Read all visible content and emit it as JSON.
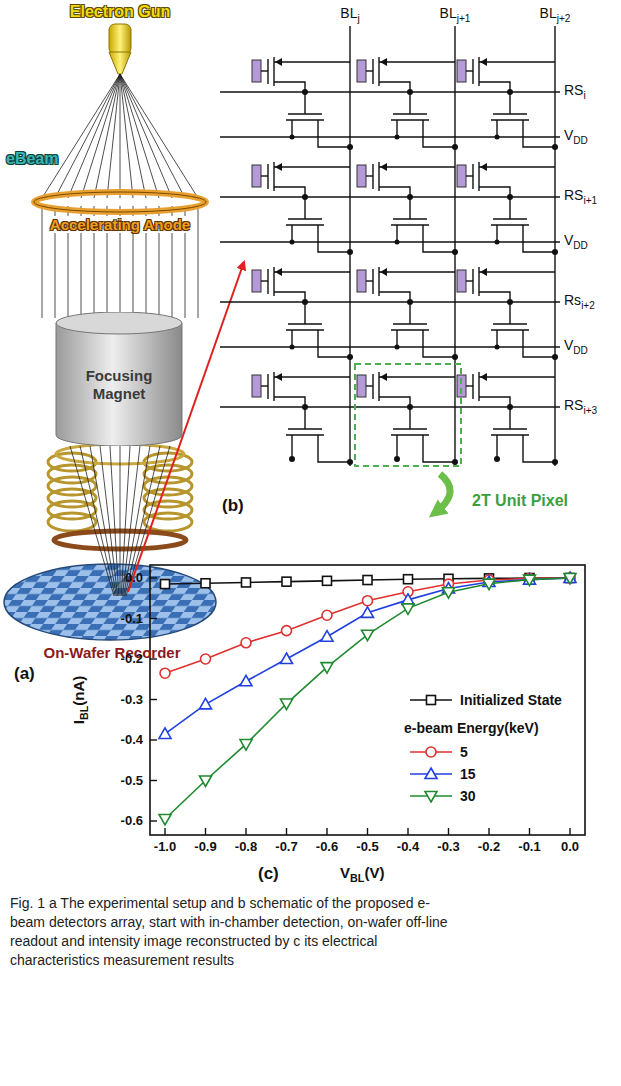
{
  "diagram": {
    "caption": "Fig. 1 a The experimental setup and b schematic of the proposed e-beam detectors array, start with in-chamber detection, on-wafer off-line readout and intensity image reconstructed by c its electrical characteristics measurement results",
    "nodes": [
      {
        "text": [
          "Focusing Magnet"
        ]
      }
    ],
    "labels": [
      "Electron Gun",
      "eBeam",
      "Accelerating Anode",
      "On-Wafer Recorder",
      "(a)",
      "BL",
      "j",
      "BL",
      "j+1",
      "BL",
      "j+2",
      "RS",
      "i",
      "V",
      "DD",
      "RS",
      "i+1",
      "V",
      "DD",
      "Rs",
      "i+2",
      "V",
      "DD",
      "RS",
      "i+3",
      "(b)",
      "2T Unit Pixel",
      "I",
      "BL",
      "(nA)",
      "0.0",
      "-0.1",
      "-0.2",
      "-0.3",
      "-0.4",
      "-0.5",
      "-0.6",
      "-1.0",
      "-0.9",
      "-0.8",
      "-0.7",
      "-0.6",
      "-0.5",
      "-0.4",
      "-0.3",
      "-0.2",
      "-0.1",
      "0.0",
      "(c)",
      "V",
      "BL",
      "(V)",
      "e-beam Energy(keV)"
    ],
    "legend": [
      {
        "text": "Initialized State"
      },
      {
        "text": "5"
      },
      {
        "text": "15"
      },
      {
        "text": "30"
      }
    ]
  }
}
